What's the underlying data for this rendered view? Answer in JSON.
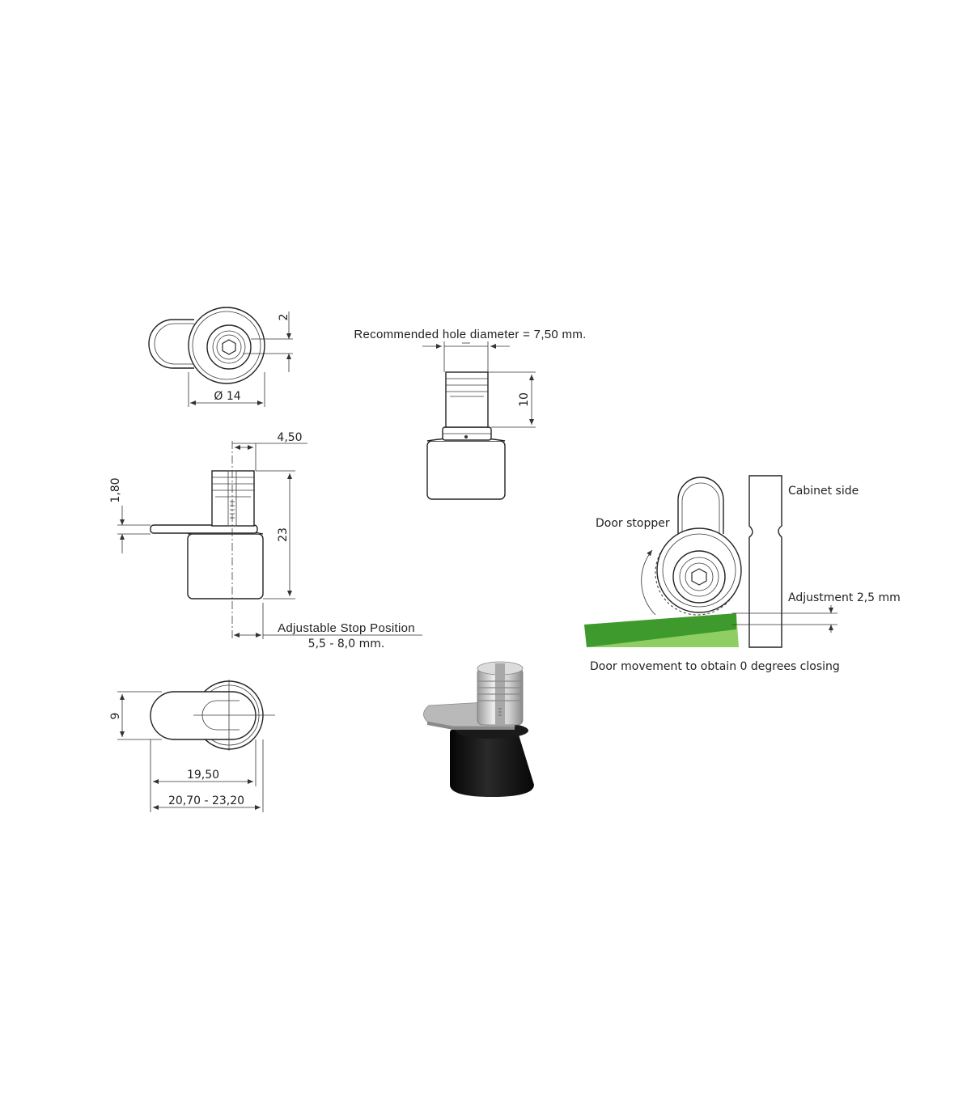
{
  "dimensions": {
    "top_offset": "2",
    "diameter_symbol": "Ø",
    "diameter": "14",
    "hole_depth": "10",
    "offset_450": "4,50",
    "flange": "1,80",
    "height": "23",
    "width": "9",
    "length": "19,50",
    "length_range": "20,70 - 23,20"
  },
  "labels": {
    "recommended_hole": "Recommended hole diameter = 7,50 mm.",
    "adjustable_stop_title": "Adjustable Stop Position",
    "adjustable_stop_range": "5,5 - 8,0 mm.",
    "cabinet_side": "Cabinet side",
    "door_stopper": "Door stopper",
    "adjustment": "Adjustment 2,5 mm",
    "door_movement": "Door movement to obtain 0 degrees closing"
  },
  "colors": {
    "green_dark": "#3f9a2e",
    "green_light": "#8fce63",
    "line": "#222222",
    "black_base": "#111111",
    "metal": "#c8c8c8"
  }
}
